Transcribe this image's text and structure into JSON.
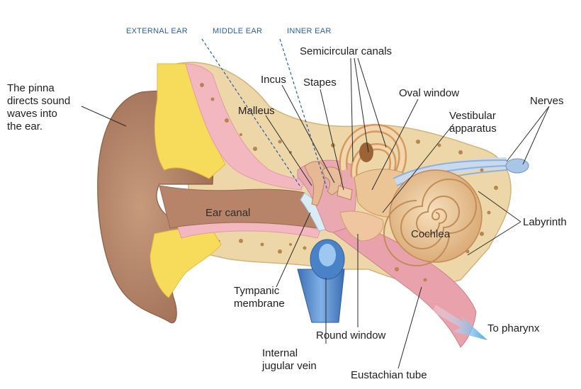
{
  "regions": {
    "external": "EXTERNAL EAR",
    "middle": "MIDDLE EAR",
    "inner": "INNER EAR"
  },
  "labels": {
    "pinna_line1": "The pinna",
    "pinna_line2": "directs sound",
    "pinna_line3": "waves into",
    "pinna_line4": "the ear.",
    "semicircular": "Semicircular canals",
    "incus": "Incus",
    "stapes": "Stapes",
    "malleus": "Malleus",
    "oval_window": "Oval window",
    "nerves": "Nerves",
    "vestibular_line1": "Vestibular",
    "vestibular_line2": "apparatus",
    "ear_canal": "Ear canal",
    "cochlea": "Cochlea",
    "labyrinth": "Labyrinth",
    "tympanic_line1": "Tympanic",
    "tympanic_line2": "membrane",
    "round_window": "Round window",
    "to_pharynx": "To pharynx",
    "jugular_line1": "Internal",
    "jugular_line2": "jugular vein",
    "eustachian": "Eustachian tube"
  },
  "colors": {
    "skin": "#b98a6e",
    "skin_dark": "#9c6c53",
    "bone": "#edd7a9",
    "fat": "#f6dc5a",
    "pink": "#f3b7bf",
    "vein": "#4f86c8",
    "arrow": "#5aaee6",
    "region_label": "#2a5ea8"
  }
}
